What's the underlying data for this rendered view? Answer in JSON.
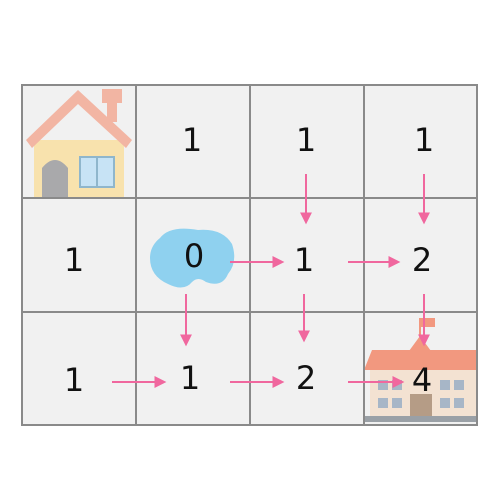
{
  "grid": {
    "rows": 3,
    "cols": 4,
    "cells": [
      [
        "",
        "1",
        "1",
        "1"
      ],
      [
        "1",
        "0",
        "1",
        "2"
      ],
      [
        "1",
        "1",
        "2",
        "4"
      ]
    ]
  },
  "icons": {
    "start": "house-icon",
    "obstacle": "puddle-icon",
    "goal": "school-icon"
  },
  "colors": {
    "arrow": "#f0679e",
    "grid_line": "#8a8a8a",
    "cell_fill": "#f1f1f1",
    "puddle": "#8fd1ef",
    "house_roof": "#f2b5a3",
    "house_wall": "#f8e2ad",
    "school_roof": "#f2987f",
    "school_wall": "#f3e2d2"
  },
  "arrows": [
    {
      "from": [
        0,
        2
      ],
      "to": [
        1,
        2
      ],
      "dir": "down"
    },
    {
      "from": [
        0,
        3
      ],
      "to": [
        1,
        3
      ],
      "dir": "down"
    },
    {
      "from": [
        1,
        1
      ],
      "to": [
        1,
        2
      ],
      "dir": "right"
    },
    {
      "from": [
        1,
        2
      ],
      "to": [
        1,
        3
      ],
      "dir": "right"
    },
    {
      "from": [
        1,
        1
      ],
      "to": [
        2,
        1
      ],
      "dir": "down"
    },
    {
      "from": [
        1,
        2
      ],
      "to": [
        2,
        2
      ],
      "dir": "down"
    },
    {
      "from": [
        1,
        3
      ],
      "to": [
        2,
        3
      ],
      "dir": "down"
    },
    {
      "from": [
        2,
        0
      ],
      "to": [
        2,
        1
      ],
      "dir": "right"
    },
    {
      "from": [
        2,
        1
      ],
      "to": [
        2,
        2
      ],
      "dir": "right"
    },
    {
      "from": [
        2,
        2
      ],
      "to": [
        2,
        3
      ],
      "dir": "right"
    }
  ]
}
